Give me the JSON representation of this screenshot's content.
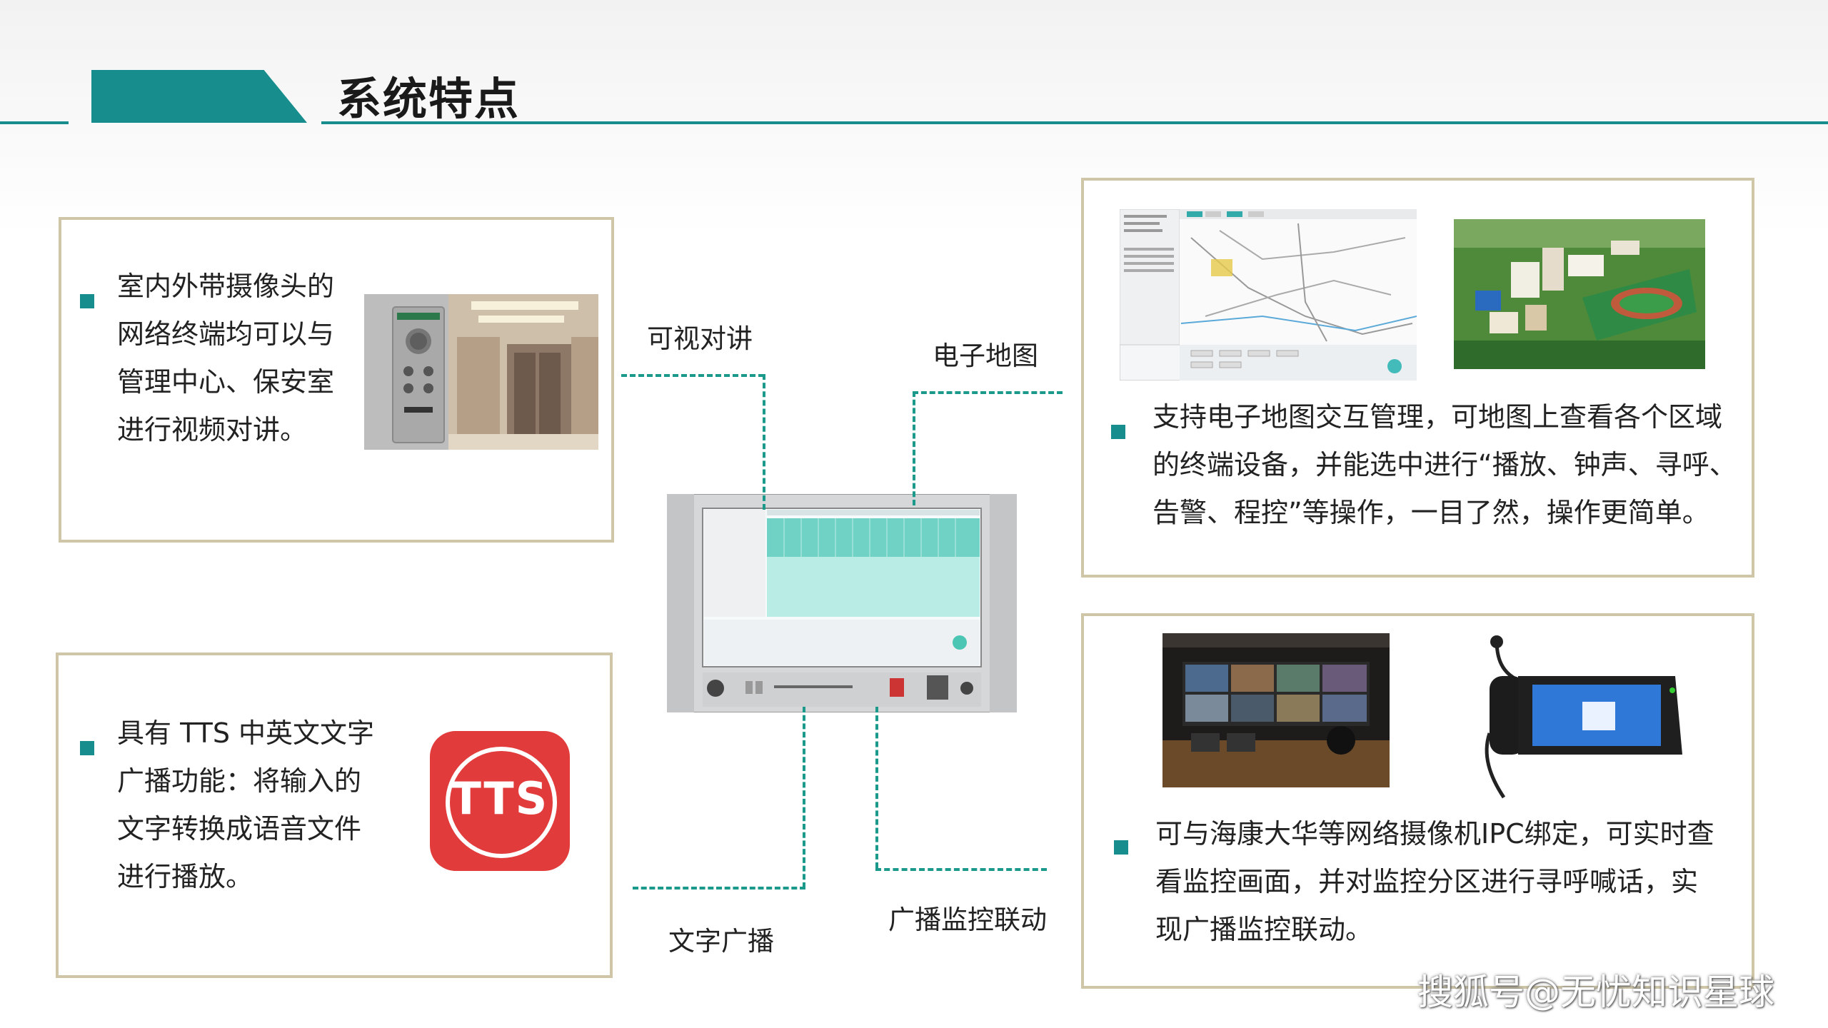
{
  "title": "系统特点",
  "features": {
    "intercom": {
      "lines": [
        "室内外带摄像头的",
        "网络终端均可以与",
        "管理中心、保安室",
        "进行视频对讲。"
      ]
    },
    "tts": {
      "lines": [
        "具有 TTS 中英文文字",
        "广播功能：将输入的",
        "文字转换成语音文件",
        "进行播放。"
      ],
      "logo_text": "TTS"
    },
    "map": {
      "lines": [
        "支持电子地图交互管理，可地图上查看各个区域",
        "的终端设备，并能选中进行“播放、钟声、寻呼、",
        "告警、程控”等操作，一目了然，操作更简单。"
      ]
    },
    "monitor": {
      "lines": [
        "可与海康大华等网络摄像机IPC绑定，可实时查",
        "看监控画面，并对监控分区进行寻呼喊话，实",
        "现广播监控联动。"
      ]
    }
  },
  "labels": {
    "intercom": "可视对讲",
    "map": "电子地图",
    "tts": "文字广播",
    "monitor": "广播监控联动"
  },
  "watermark": "搜狐号@无忧知识星球",
  "colors": {
    "accent": "#178d8d",
    "dash": "#1b9a8c",
    "box_border": "#cfc6a8",
    "tts_red": "#e23b3b"
  }
}
